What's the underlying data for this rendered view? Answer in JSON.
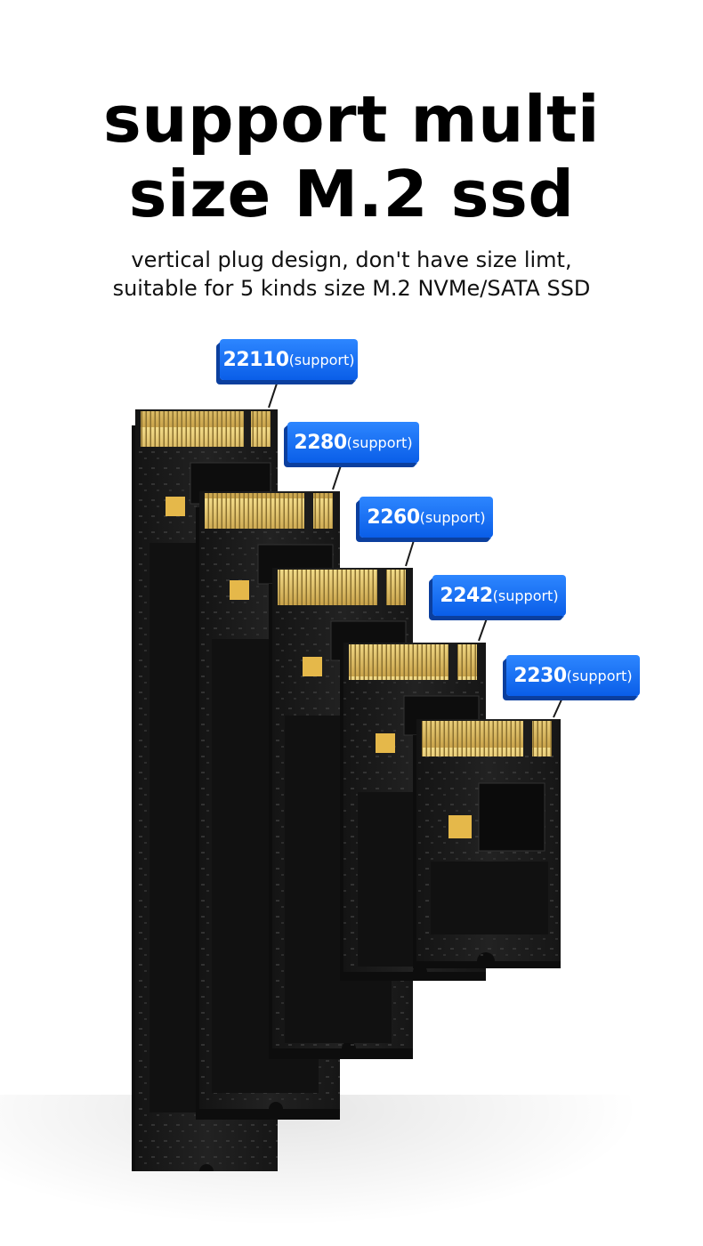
{
  "headline": {
    "line1": "support multi",
    "line2": "size M.2 ssd"
  },
  "subheadline": {
    "line1": "vertical plug design, don't have size limt,",
    "line2": "suitable for 5 kinds size M.2 NVMe/SATA SSD"
  },
  "badges": [
    {
      "size": "22110",
      "note": "(support)"
    },
    {
      "size": "2280",
      "note": "(support)"
    },
    {
      "size": "2260",
      "note": "(support)"
    },
    {
      "size": "2242",
      "note": "(support)"
    },
    {
      "size": "2230",
      "note": "(support)"
    }
  ],
  "colors": {
    "badge_blue": "#0a5ee8",
    "pcb_black": "#1b1b1b",
    "gold_contact": "#e8c768"
  }
}
